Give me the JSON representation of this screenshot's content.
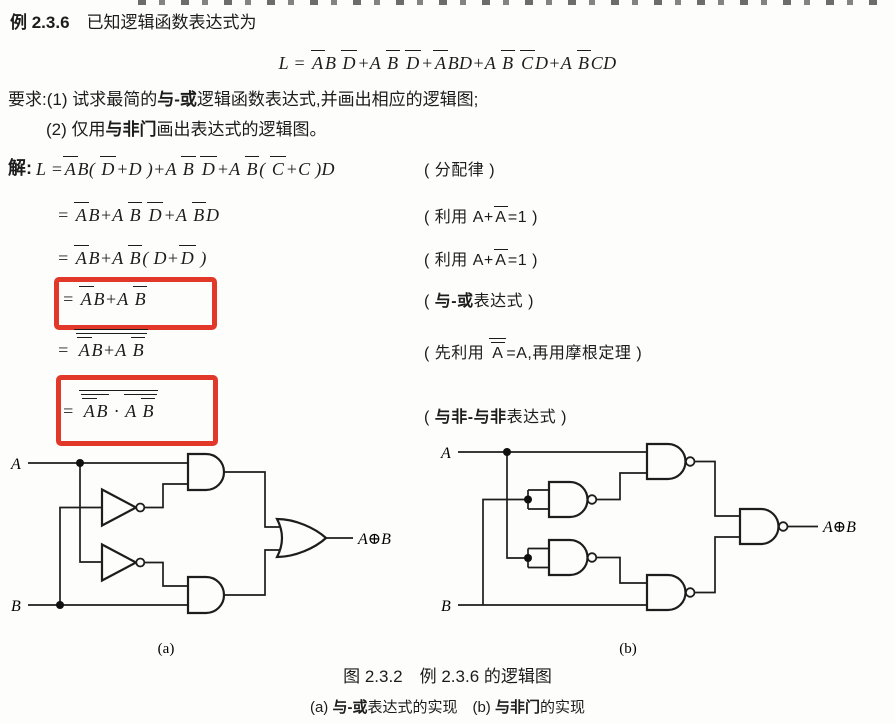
{
  "colors": {
    "highlight_red": "#e2382a",
    "ink": "#1c1c1c"
  },
  "header": {
    "title": "[例 2.3.6]　已知逻辑函数表达式为"
  },
  "main_formula": "L = {A}B {D}+A {B} {D}+{A}BD+A {B} {C}D+A {B}CD",
  "requirements": {
    "line1": "要求:(1) 试求最简的[与-或]逻辑函数表达式,并画出相应的逻辑图;",
    "line2": "(2) 仅用[与非门]画出表达式的逻辑图。"
  },
  "solution": {
    "label": "解:",
    "steps": [
      {
        "eq": "L ={A}B( {D}+D )+A {B} {D}+A {B}( {C}+C )D",
        "note": "( 分配律 )",
        "highlighted": false
      },
      {
        "eq": "= {A}B+A {B} {D}+A {B}D",
        "note": "( 利用 A+{A}=1 )",
        "highlighted": false
      },
      {
        "eq": "= {A}B+A {B}( D+{D} )",
        "note": "( 利用 A+{A}=1 )",
        "highlighted": false
      },
      {
        "eq": "= {A}B+A {B}",
        "note": "( [与-或]表达式 )",
        "highlighted": true
      },
      {
        "eq": "= {{{A}B+A {B}}}",
        "note": "( 先利用 {{A}}=A,再用摩根定理 )",
        "highlighted": false
      },
      {
        "eq": "= {{{A}B} · {A {B}}}",
        "note": "( [与非-与非]表达式 )",
        "highlighted": true
      }
    ]
  },
  "figure": {
    "circuit_a": {
      "label": "(a)",
      "input_a": "A",
      "input_b": "B",
      "output": "A⊕B",
      "gates": [
        "not",
        "not",
        "and",
        "and",
        "or"
      ]
    },
    "circuit_b": {
      "label": "(b)",
      "input_a": "A",
      "input_b": "B",
      "output": "A⊕B",
      "gates": [
        "nand",
        "nand",
        "nand",
        "nand",
        "nand"
      ]
    },
    "caption": "图 2.3.2　例 2.3.6 的逻辑图",
    "subcaption": "(a) [与-或]表达式的实现　(b) [与非门]的实现"
  }
}
